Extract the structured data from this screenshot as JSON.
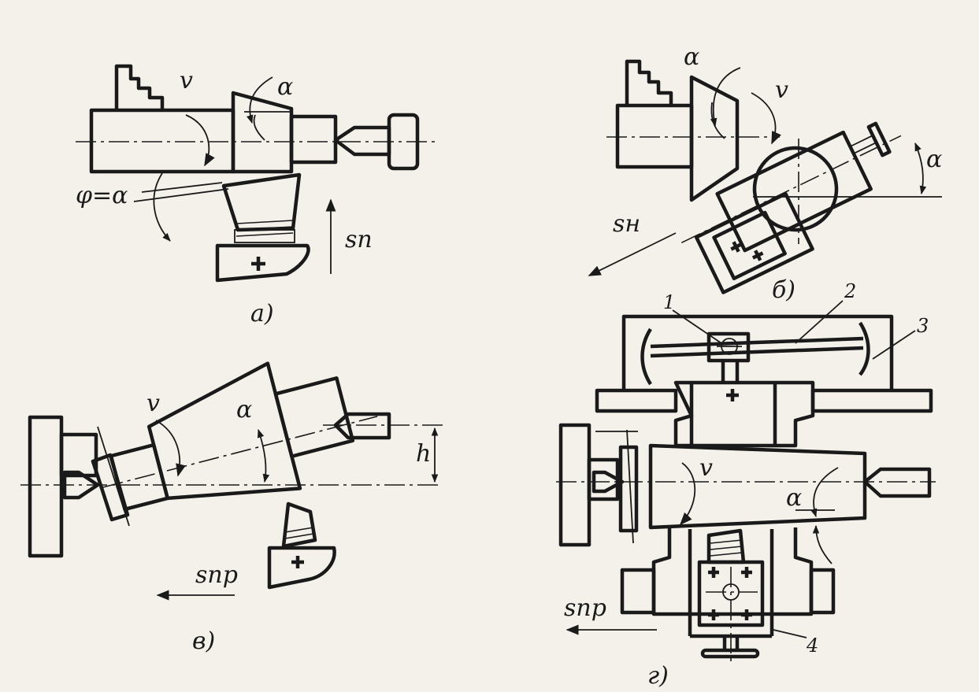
{
  "figure": {
    "panels": {
      "a": {
        "caption": "а)",
        "v": "v",
        "alpha": "α",
        "phi_eq": "φ=α",
        "feed": "sп"
      },
      "b": {
        "caption": "б)",
        "v": "v",
        "alpha_top": "α",
        "alpha_side": "α",
        "feed": "sн"
      },
      "c": {
        "caption": "в)",
        "v": "v",
        "alpha": "α",
        "h": "h",
        "feed": "sпр"
      },
      "d": {
        "caption": "г)",
        "v": "v",
        "alpha": "α",
        "feed": "sпр",
        "callouts": [
          "1",
          "2",
          "3",
          "4"
        ]
      }
    }
  }
}
